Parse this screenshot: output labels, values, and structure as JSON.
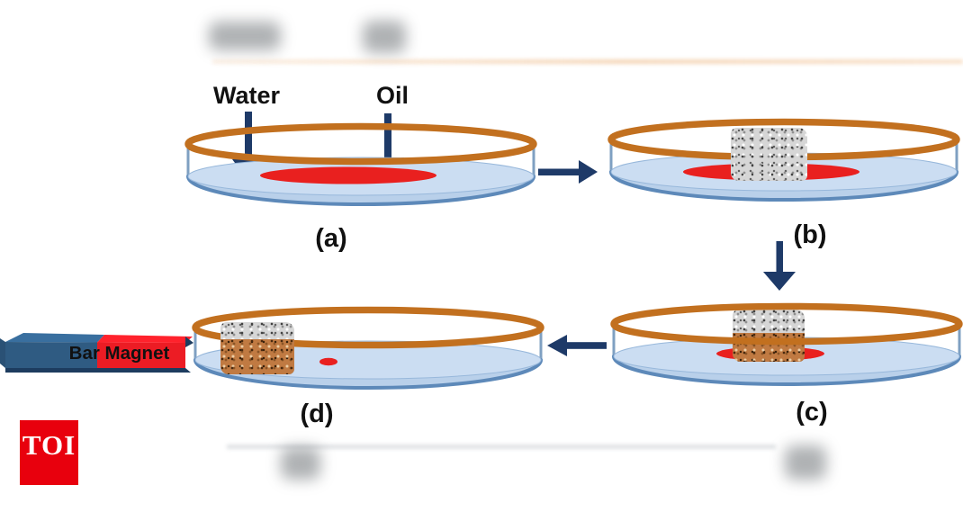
{
  "figure": {
    "water_label": "Water",
    "oil_label": "Oil",
    "magnet_label": "Bar Magnet",
    "steps": {
      "a": "(a)",
      "b": "(b)",
      "c": "(c)",
      "d": "(d)"
    },
    "logo_text": "TOI"
  },
  "colors": {
    "ring_orange": "#C2701F",
    "water_blue": "#CBDDF2",
    "glass_edge": "#5D89B9",
    "oil_red": "#E9201F",
    "arrow_navy": "#1E3A68",
    "magnet_blue": "#2F5B82",
    "magnet_red": "#EC1C24",
    "sponge_gray": "#D6D6D6",
    "sponge_brown": "#C07A42",
    "toi_red": "#E8000D"
  }
}
